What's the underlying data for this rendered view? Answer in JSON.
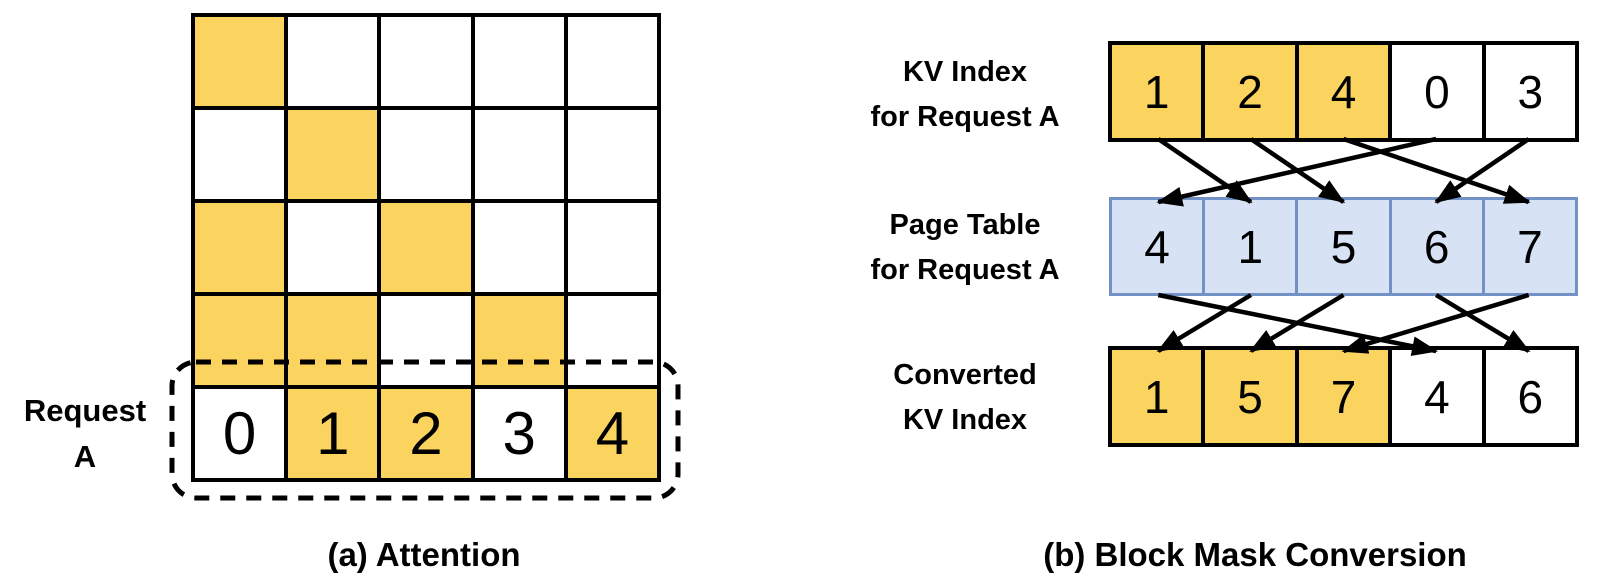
{
  "panel_a": {
    "caption": "(a) Attention",
    "row_label_line1": "Request",
    "row_label_line2": "A",
    "grid": {
      "rows": 5,
      "cols": 5,
      "mask": [
        [
          1,
          0,
          0,
          0,
          0
        ],
        [
          0,
          1,
          0,
          0,
          0
        ],
        [
          1,
          0,
          1,
          0,
          0
        ],
        [
          1,
          1,
          0,
          1,
          0
        ],
        [
          0,
          1,
          1,
          0,
          1
        ]
      ],
      "bottom_row_labels": [
        "0",
        "1",
        "2",
        "3",
        "4"
      ]
    }
  },
  "panel_b": {
    "caption": "(b) Block Mask Conversion",
    "rows": [
      {
        "id": "kv-index",
        "label_line1": "KV Index",
        "label_line2": "for Request A",
        "values": [
          "1",
          "2",
          "4",
          "0",
          "3"
        ],
        "highlight": [
          1,
          1,
          1,
          0,
          0
        ],
        "style": "yellow"
      },
      {
        "id": "page-table",
        "label_line1": "Page Table",
        "label_line2": "for Request A",
        "values": [
          "4",
          "1",
          "5",
          "6",
          "7"
        ],
        "highlight": [
          1,
          1,
          1,
          1,
          1
        ],
        "style": "blue"
      },
      {
        "id": "converted-kv-index",
        "label_line1": "Converted",
        "label_line2": "KV Index",
        "values": [
          "1",
          "5",
          "7",
          "4",
          "6"
        ],
        "highlight": [
          1,
          1,
          1,
          0,
          0
        ],
        "style": "yellow"
      }
    ],
    "arrows_kv_to_page_table": [
      [
        0,
        1
      ],
      [
        1,
        2
      ],
      [
        2,
        4
      ],
      [
        3,
        0
      ],
      [
        4,
        3
      ]
    ],
    "arrows_page_table_to_converted": [
      [
        1,
        0
      ],
      [
        2,
        1
      ],
      [
        4,
        2
      ],
      [
        0,
        3
      ],
      [
        3,
        4
      ]
    ]
  },
  "colors": {
    "highlight_yellow": "#FBD35F",
    "page_table_fill": "#D7E3F4",
    "page_table_border": "#7291C4",
    "line_black": "#000000"
  }
}
